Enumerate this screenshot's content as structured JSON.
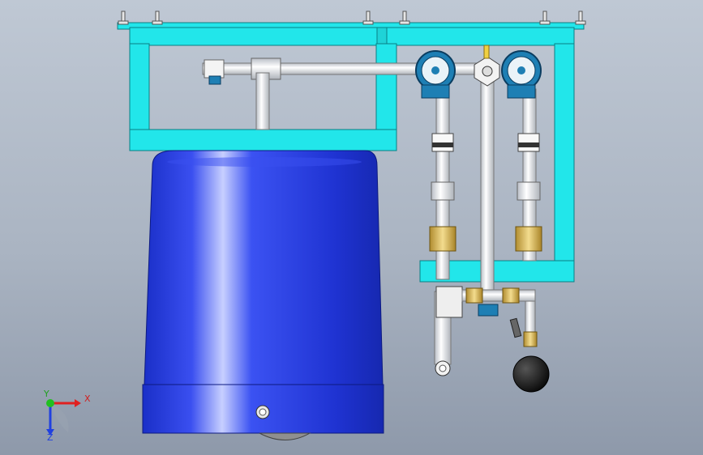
{
  "viewport": {
    "background_top": "#bfc8d4",
    "background_bottom": "#8e99aa"
  },
  "model": {
    "frame_color": "#22e6ea",
    "tank_color": "#1f35d8",
    "pipe_color": "#f1f1f1",
    "valve_color": "#1e7fb4",
    "brass_color": "#d9b45a"
  },
  "triad": {
    "x_label": "X",
    "y_label": "Y",
    "z_label": "Z",
    "x_color": "#e02020",
    "y_color": "#20c020",
    "z_color": "#2040e0"
  }
}
